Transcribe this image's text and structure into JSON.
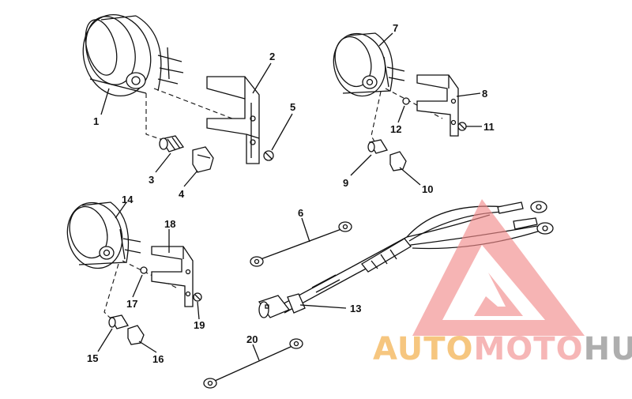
{
  "callouts": [
    "1",
    "2",
    "3",
    "4",
    "5",
    "6",
    "7",
    "8",
    "9",
    "10",
    "11",
    "12",
    "13",
    "14",
    "15",
    "16",
    "17",
    "18",
    "19",
    "20"
  ],
  "watermark": {
    "part1": "AUTO",
    "part2": "MOTO",
    "part3": "HUB",
    "colors": {
      "part1": "#f4b860",
      "part2": "#f4a5a5",
      "part3": "#9a9a9a",
      "triangle": "#f28b8b"
    }
  }
}
